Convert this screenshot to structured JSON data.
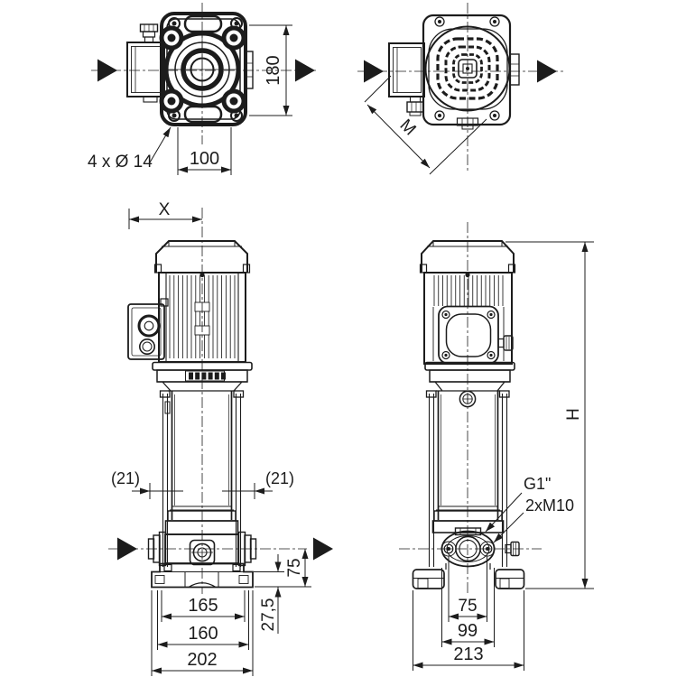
{
  "drawing_title": "pump dimensional drawing",
  "labels": {
    "top_front_view": {
      "mounting_holes": "4 x Ø 14",
      "hole_pitch_width": "100",
      "flange_height": "180"
    },
    "top_rear_view": {
      "diagonal_clearance": "M"
    },
    "front_view": {
      "axis_to_box": "X",
      "ring_gap": "(21)",
      "port_center_height": "75",
      "base_plate_height": "27,5",
      "foot_slot_width": "165",
      "base_top_width": "160",
      "base_overall_width": "202"
    },
    "side_view": {
      "overall_height": "H",
      "port_thread": "G1\"",
      "flange_bolt_threads": "2xM10",
      "flange_bolt_spacing": "75",
      "flange_length": "99",
      "base_overall_depth": "213"
    }
  },
  "colors": {
    "line": "#1c1c1c",
    "background": "#ffffff"
  }
}
